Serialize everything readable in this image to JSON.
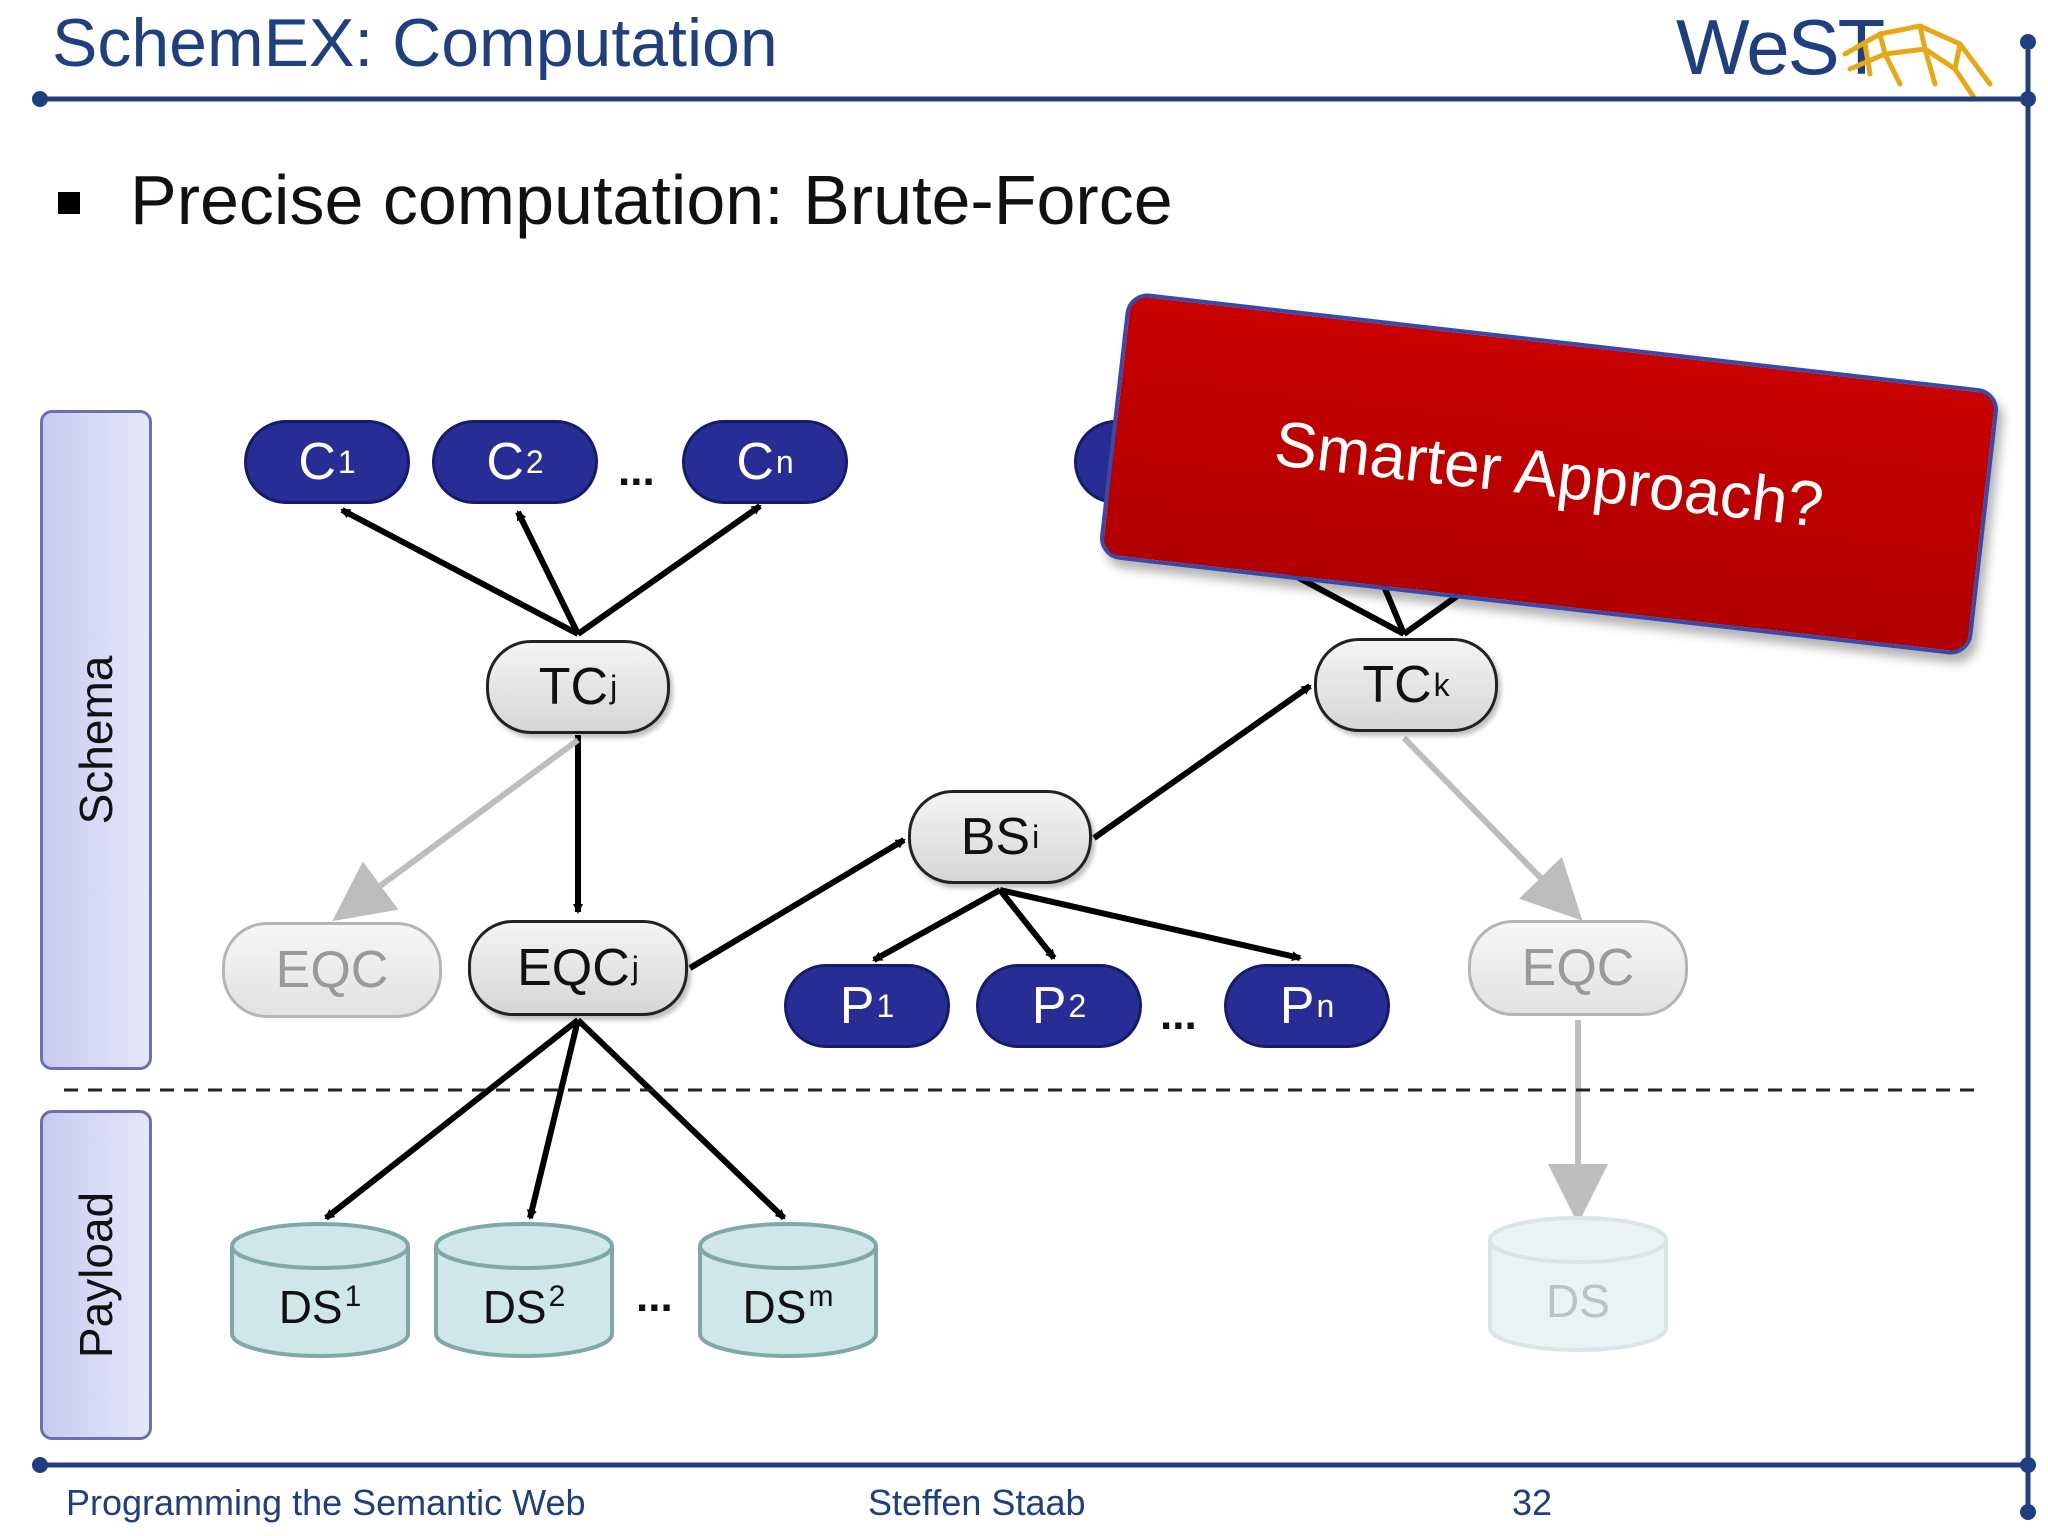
{
  "slide": {
    "title": "SchemEX: Computation",
    "logo": "WeST",
    "bullet": "Precise computation: Brute-Force"
  },
  "sidebar": {
    "schema_label": "Schema",
    "payload_label": "Payload"
  },
  "graph": {
    "c1": {
      "base": "C",
      "sub": "1"
    },
    "c2": {
      "base": "C",
      "sub": "2"
    },
    "cn": {
      "base": "C",
      "sub": "n"
    },
    "tcj": {
      "base": "TC",
      "sub": "j"
    },
    "tck": {
      "base": "TC",
      "sub": "k"
    },
    "eqc_left": "EQC",
    "eqcj": {
      "base": "EQC",
      "sub": "j"
    },
    "bsi": {
      "base": "BS",
      "sub": "i"
    },
    "p1": {
      "base": "P",
      "sub": "1"
    },
    "p2": {
      "base": "P",
      "sub": "2"
    },
    "pn": {
      "base": "P",
      "sub": "n"
    },
    "eqc_right": "EQC",
    "ds1": {
      "base": "DS",
      "sub": "1"
    },
    "ds2": {
      "base": "DS",
      "sub": "2"
    },
    "dsm": {
      "base": "DS",
      "sub": "m"
    },
    "ds_right": "DS",
    "ellipsis": "..."
  },
  "callout": {
    "text": "Smarter Approach?",
    "color": "#c00000"
  },
  "footer": {
    "course": "Programming the Semantic Web",
    "author": "Steffen Staab",
    "page": "32"
  },
  "colors": {
    "title": "#1f3f7e",
    "node_dark": "#272d94",
    "db_fill": "#cfe7e8"
  }
}
